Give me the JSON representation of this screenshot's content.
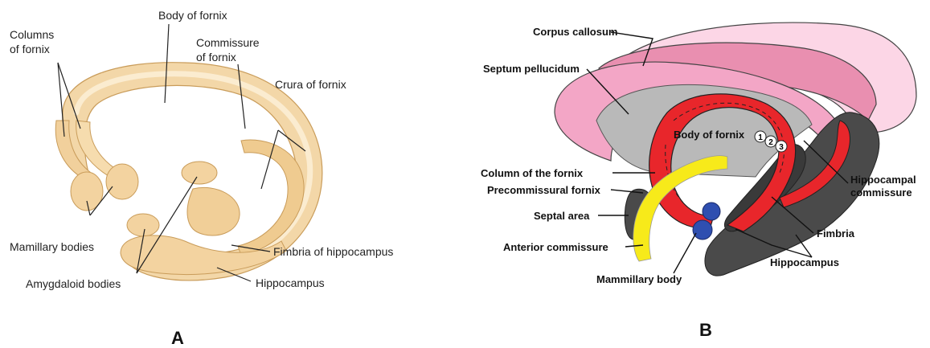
{
  "panel_a": {
    "letter": "A",
    "labels": {
      "columns_of_fornix_line1": "Columns",
      "columns_of_fornix_line2": "of fornix",
      "body_of_fornix": "Body of fornix",
      "commissure_line1": "Commissure",
      "commissure_line2": "of fornix",
      "crura_of_fornix": "Crura of fornix",
      "mamillary_bodies": "Mamillary bodies",
      "fimbria_of_hippocampus": "Fimbria of hippocampus",
      "amygdaloid_bodies": "Amygdaloid bodies",
      "hippocampus": "Hippocampus"
    },
    "colors": {
      "tissue": "#f3d7a8",
      "tissue_dark": "#d9ac6a",
      "tissue_light": "#fbecd0"
    }
  },
  "panel_b": {
    "letter": "B",
    "labels": {
      "corpus_callosum": "Corpus callosum",
      "septum_pellucidum": "Septum pellucidum",
      "body_of_fornix": "Body of fornix",
      "column_of_the_fornix": "Column of the fornix",
      "precommissural_fornix": "Precommissural fornix",
      "septal_area": "Septal area",
      "anterior_commissure": "Anterior commissure",
      "mammillary_body": "Mammillary body",
      "hippocampal_commissure_line1": "Hippocampal",
      "hippocampal_commissure_line2": "commissure",
      "fimbria": "Fimbria",
      "hippocampus": "Hippocampus"
    },
    "numbers": [
      "1",
      "2",
      "3"
    ],
    "colors": {
      "corpus_callosum_light": "#fcd6e6",
      "corpus_callosum_mid": "#e98fb0",
      "septum": "#b9b9b9",
      "fornix": "#e8262b",
      "hippocampus": "#4a4a4a",
      "precommissural": "#f7ea1a",
      "mammillary": "#2f4fb0"
    }
  }
}
